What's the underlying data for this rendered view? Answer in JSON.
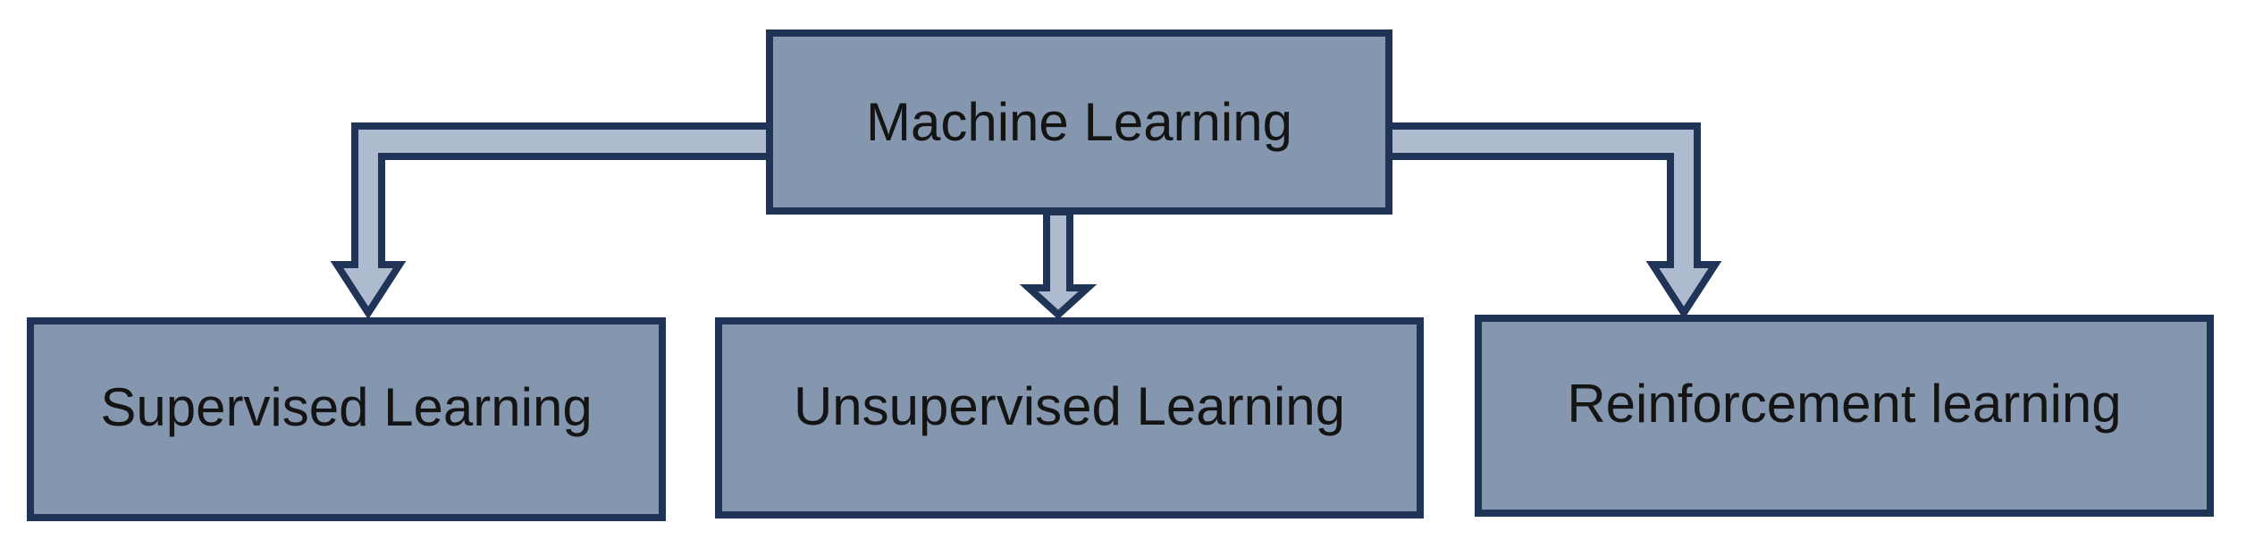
{
  "diagram": {
    "root": {
      "label": "Machine Learning"
    },
    "children": [
      {
        "label": "Supervised Learning"
      },
      {
        "label": "Unsupervised Learning"
      },
      {
        "label": "Reinforcement learning"
      }
    ],
    "edges": [
      {
        "from": "Machine Learning",
        "to": "Supervised Learning"
      },
      {
        "from": "Machine Learning",
        "to": "Unsupervised Learning"
      },
      {
        "from": "Machine Learning",
        "to": "Reinforcement learning"
      }
    ],
    "colors": {
      "box_fill": "#8497ae",
      "box_border": "#203457",
      "arrow_fill": "#aebacd",
      "arrow_border": "#203457",
      "text": "#141414",
      "background": "#ffffff"
    }
  }
}
